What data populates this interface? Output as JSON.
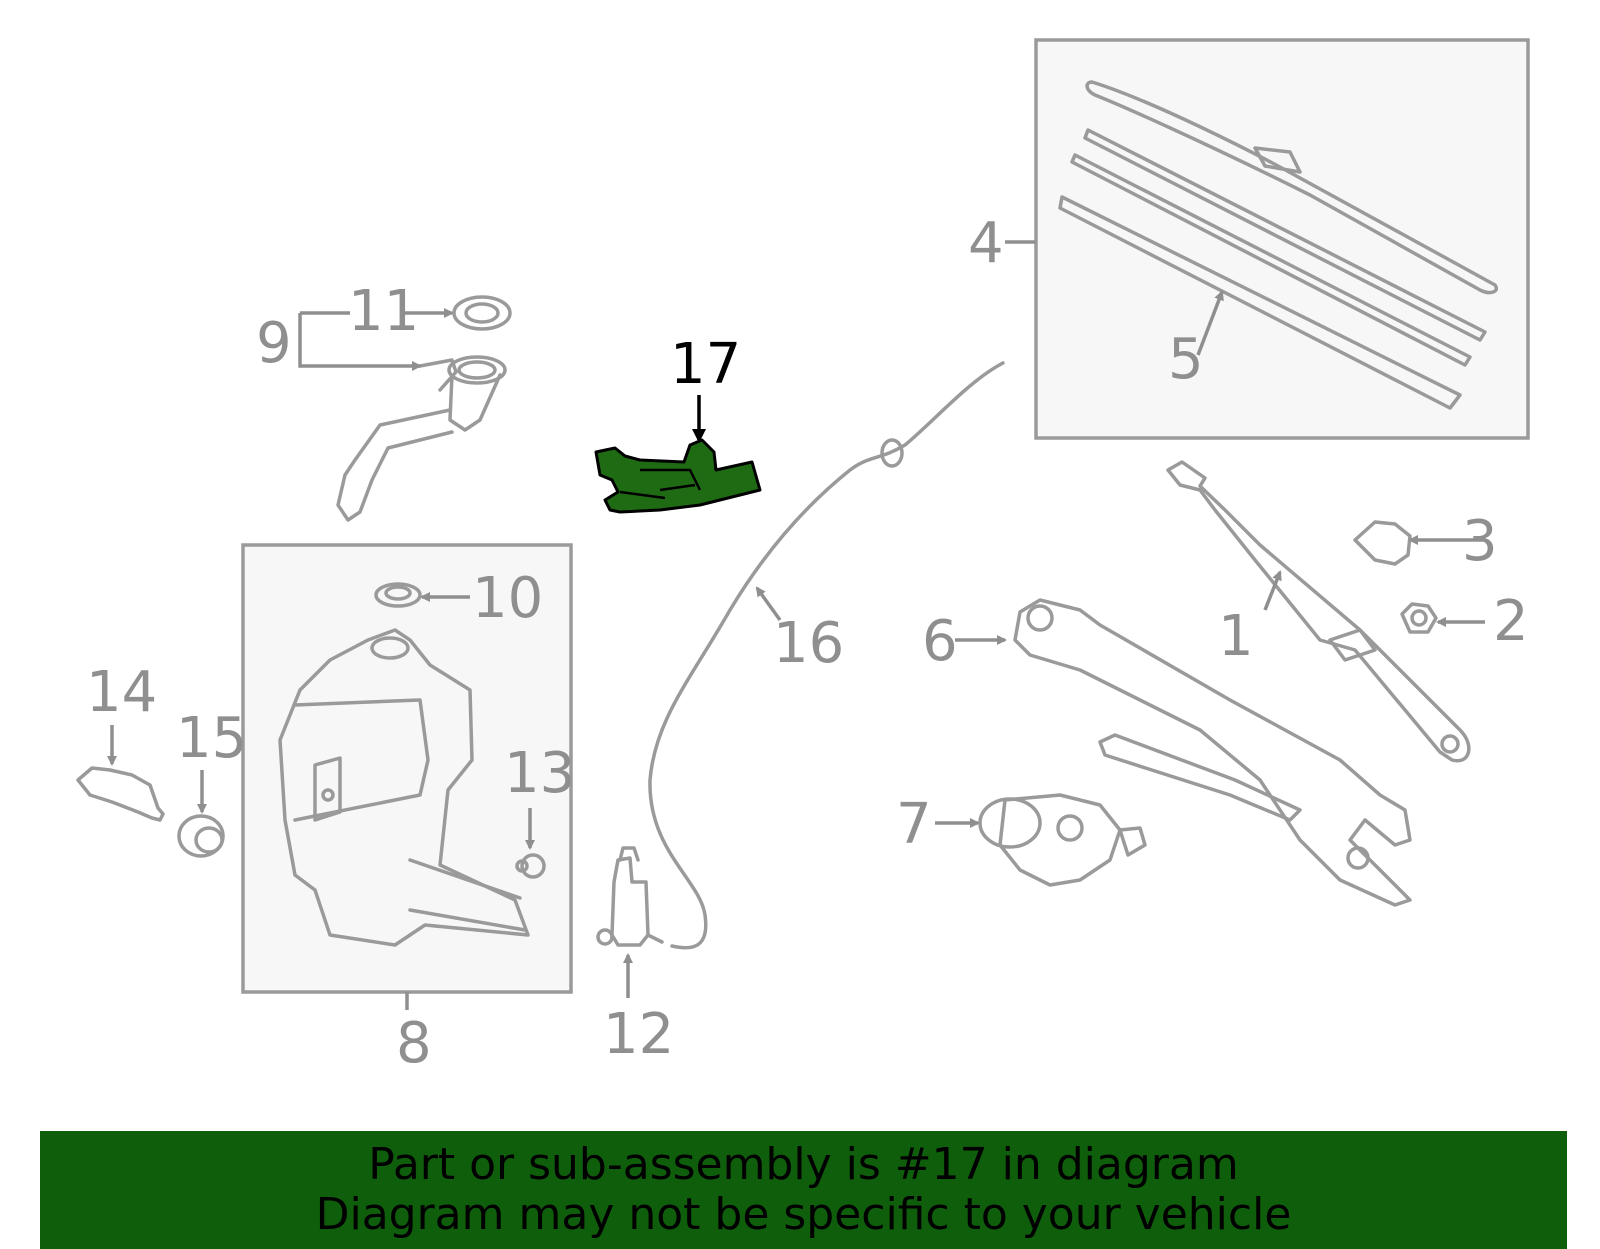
{
  "diagram": {
    "highlight_color": "#1e6b14",
    "callouts": {
      "c1": "1",
      "c2": "2",
      "c3": "3",
      "c4": "4",
      "c5": "5",
      "c6": "6",
      "c7": "7",
      "c8": "8",
      "c9": "9",
      "c10": "10",
      "c11": "11",
      "c12": "12",
      "c13": "13",
      "c14": "14",
      "c15": "15",
      "c16": "16",
      "c17": "17"
    }
  },
  "banner": {
    "line1": "Part or sub-assembly is #17 in diagram",
    "line2": "Diagram may not be specific to your vehicle",
    "background": "#0f5e0c"
  }
}
